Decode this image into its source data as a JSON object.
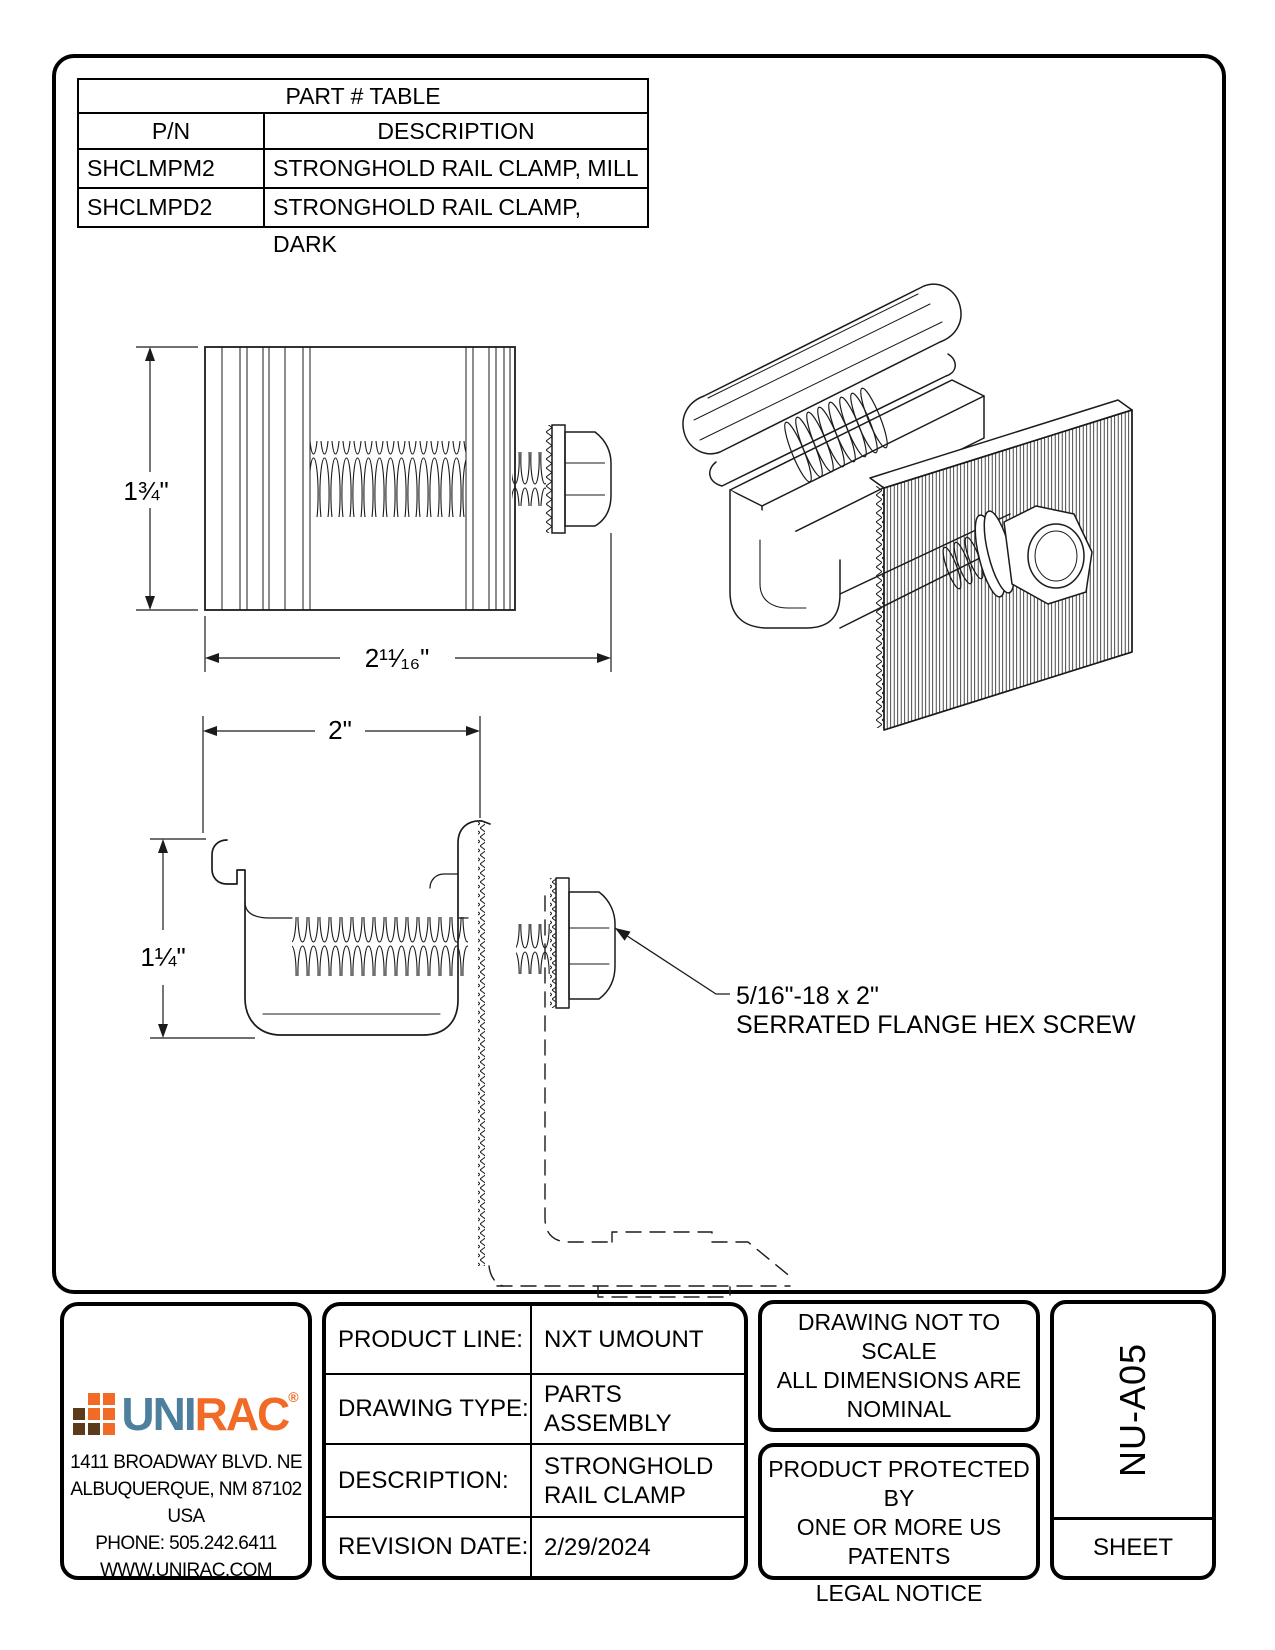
{
  "part_table": {
    "title": "PART # TABLE",
    "col_pn": "P/N",
    "col_desc": "DESCRIPTION",
    "rows": [
      {
        "pn": "SHCLMPM2",
        "desc": "STRONGHOLD RAIL CLAMP, MILL"
      },
      {
        "pn": "SHCLMPD2",
        "desc": "STRONGHOLD RAIL CLAMP, DARK"
      }
    ]
  },
  "drawing": {
    "side_view": {
      "height_dim": "1¾\"",
      "width_dim": "2¹¹⁄₁₆\""
    },
    "section_view": {
      "width_dim": "2\"",
      "height_dim": "1¼\""
    },
    "callout": {
      "line1": "5/16\"-18 x 2\"",
      "line2": "SERRATED FLANGE HEX SCREW"
    }
  },
  "title_block": {
    "logo": {
      "uni": "UNI",
      "rac": "RAC",
      "reg": "®"
    },
    "address": [
      "1411 BROADWAY BLVD. NE",
      "ALBUQUERQUE, NM 87102 USA",
      "PHONE: 505.242.6411",
      "WWW.UNIRAC.COM"
    ],
    "fields": [
      {
        "label": "PRODUCT LINE:",
        "value": "NXT UMOUNT"
      },
      {
        "label": "DRAWING TYPE:",
        "value": "PARTS ASSEMBLY"
      },
      {
        "label": "DESCRIPTION:",
        "value": "STRONGHOLD RAIL CLAMP"
      },
      {
        "label": "REVISION DATE:",
        "value": "2/29/2024"
      }
    ],
    "notice_scale": [
      "DRAWING NOT TO SCALE",
      "ALL DIMENSIONS ARE",
      "NOMINAL"
    ],
    "notice_patent": [
      "PRODUCT PROTECTED BY",
      "ONE OR MORE US PATENTS"
    ],
    "legal_notice": "LEGAL NOTICE",
    "sheet_id": "NU-A05",
    "sheet_label": "SHEET"
  },
  "colors": {
    "uni_blue": "#4E7F9F",
    "rac_orange": "#F16A26",
    "logo_square_orange": "#F16A26",
    "logo_square_brown": "#5C3A1A",
    "line": "#000000"
  }
}
